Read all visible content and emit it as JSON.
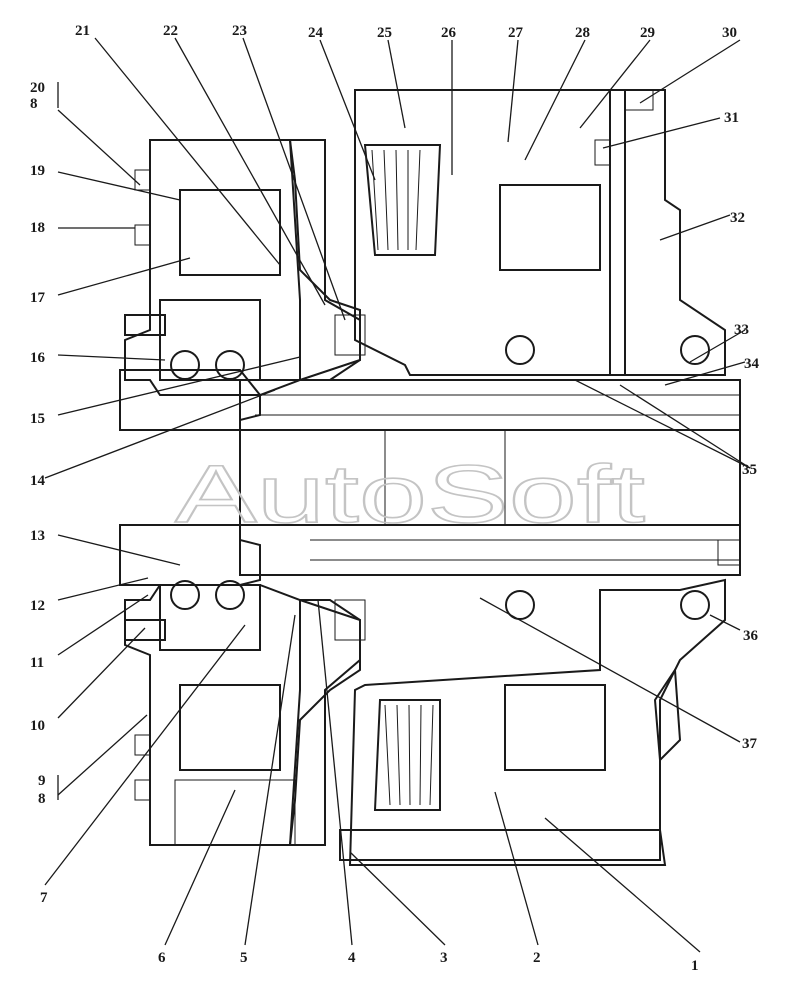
{
  "diagram": {
    "watermark": "AutoSoft",
    "labels": [
      "1",
      "2",
      "3",
      "4",
      "5",
      "6",
      "7",
      "8",
      "8",
      "9",
      "10",
      "11",
      "12",
      "13",
      "14",
      "15",
      "16",
      "17",
      "18",
      "19",
      "20",
      "21",
      "22",
      "23",
      "24",
      "25",
      "26",
      "27",
      "28",
      "29",
      "30",
      "31",
      "32",
      "33",
      "34",
      "35",
      "36",
      "37"
    ]
  },
  "style": {
    "line_color": "#1a1a1a",
    "hatch_color": "#2a2a2a",
    "watermark_color": "#c4c4c4"
  }
}
